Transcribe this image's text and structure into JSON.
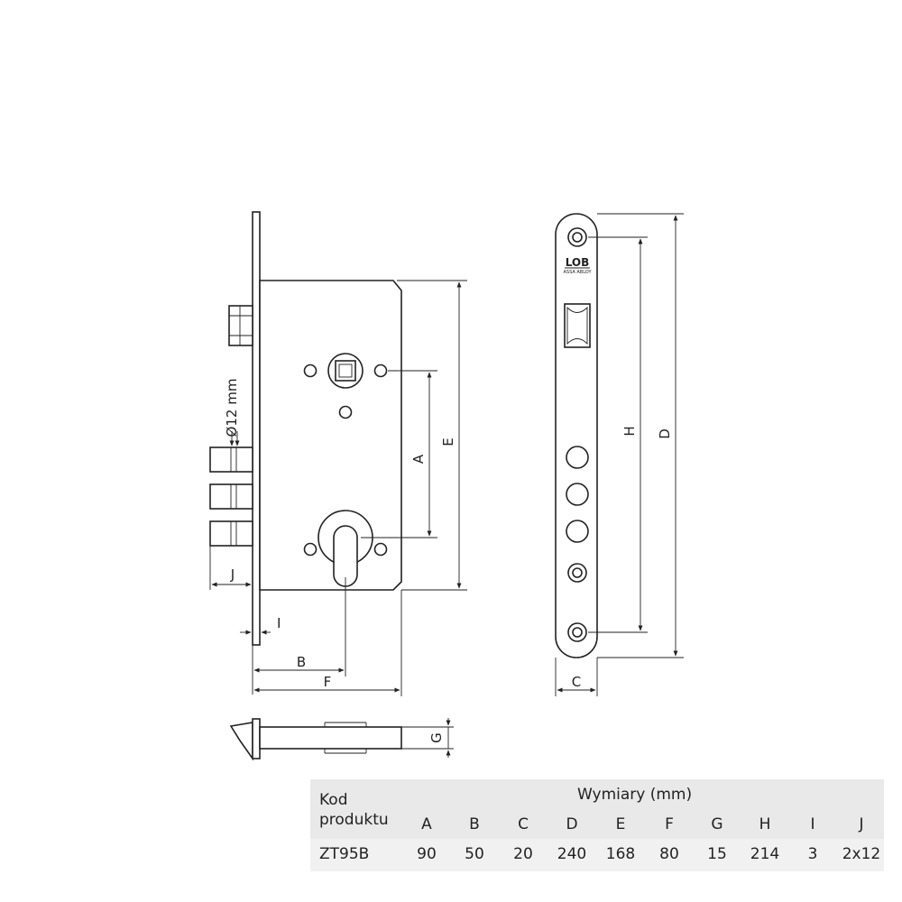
{
  "drawing": {
    "brand": "LOB",
    "brand_sub": "ASSA ABLOY",
    "bolt_diameter_label": "Ø12 mm",
    "dimension_letters": {
      "A": "A",
      "B": "B",
      "C": "C",
      "D": "D",
      "E": "E",
      "F": "F",
      "G": "G",
      "H": "H",
      "I": "I",
      "J": "J"
    }
  },
  "table": {
    "product_header_line1": "Kod",
    "product_header_line2": "produktu",
    "dimensions_header": "Wymiary (mm)",
    "columns": [
      "A",
      "B",
      "C",
      "D",
      "E",
      "F",
      "G",
      "H",
      "I",
      "J"
    ],
    "rows": [
      {
        "product": "ZT95B",
        "values": [
          "90",
          "50",
          "20",
          "240",
          "168",
          "80",
          "15",
          "214",
          "3",
          "2x12"
        ]
      }
    ]
  }
}
